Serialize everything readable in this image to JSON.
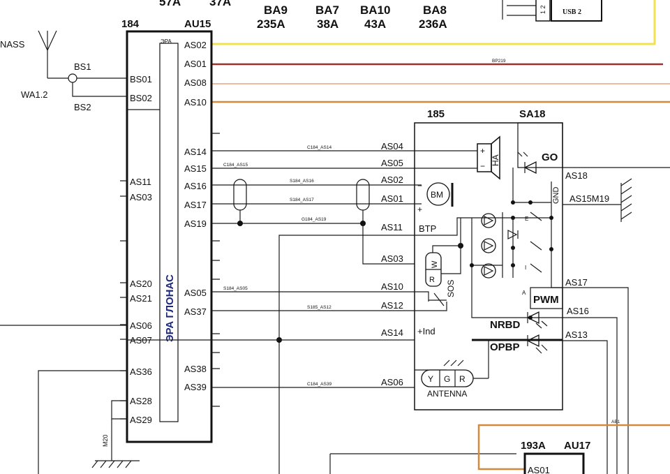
{
  "top_fuses": [
    {
      "id": "57A",
      "amp": ""
    },
    {
      "id": "37A",
      "amp": ""
    },
    {
      "id": "BA9",
      "amp": "235A"
    },
    {
      "id": "BA7",
      "amp": "38A"
    },
    {
      "id": "BA10",
      "amp": "43A"
    },
    {
      "id": "BA8",
      "amp": "236A"
    }
  ],
  "usb": {
    "label": "USB 2",
    "pins": "1 2"
  },
  "unit184": {
    "number": "184",
    "connector": "AU15",
    "name": "ЭРА ГЛОНАС",
    "inner_tag": "ЭРА",
    "left_pins": [
      "BS01",
      "BS02",
      "AS11",
      "AS03",
      "AS20",
      "AS21",
      "AS06",
      "AS07",
      "AS36",
      "AS28",
      "AS29"
    ],
    "right_pins": [
      "AS02",
      "AS01",
      "AS08",
      "AS10",
      "AS14",
      "AS15",
      "AS16",
      "AS17",
      "AS19",
      "AS05",
      "AS37",
      "AS38",
      "AS39"
    ]
  },
  "antenna": {
    "name": "NASS",
    "id": "WA1.2",
    "bs1": "BS1",
    "bs2": "BS2"
  },
  "ground_label": "M20",
  "wire_tags": {
    "bp219": "BP219",
    "c184_as14": "C184_AS14",
    "c184_as15": "C184_AS15",
    "s184_as16": "S184_AS16",
    "s184_as17": "S184_AS17",
    "g184_as19": "G184_AS19",
    "s184_as05": "S184_AS05",
    "s185_as12": "S185_AS12",
    "c184_as39": "C184_AS39",
    "ab1": "AB1"
  },
  "unit185": {
    "number": "185",
    "connector": "SA18",
    "left_pins": [
      "AS04",
      "AS05",
      "AS02",
      "AS01",
      "AS11",
      "AS03",
      "AS10",
      "AS12",
      "AS14",
      "AS06"
    ],
    "right_pins": [
      "AS18",
      "AS15M19",
      "AS17",
      "AS16",
      "AS13"
    ],
    "labels": {
      "go": "GO",
      "gnd": "GND",
      "pwm": "PWM",
      "nrbd": "NRBD",
      "opbp": "OPBP",
      "btp": "BTP",
      "sos": "SOS",
      "ind": "+Ind",
      "antenna": "ANTENNA",
      "bm": "BM",
      "ha": "HA",
      "plus": "+",
      "minus": "−",
      "r": "R",
      "w": "W",
      "y": "Y",
      "g": "G",
      "rr": "R",
      "e": "E",
      "i": "I",
      "a": "A"
    }
  },
  "unit193": {
    "number": "193A",
    "connector": "AU17",
    "pin": "AS01"
  },
  "colors": {
    "yellow_wire": "#f0e24a",
    "red_wire": "#a0302c",
    "orange_wire": "#d48a3c",
    "ink": "#111111"
  }
}
